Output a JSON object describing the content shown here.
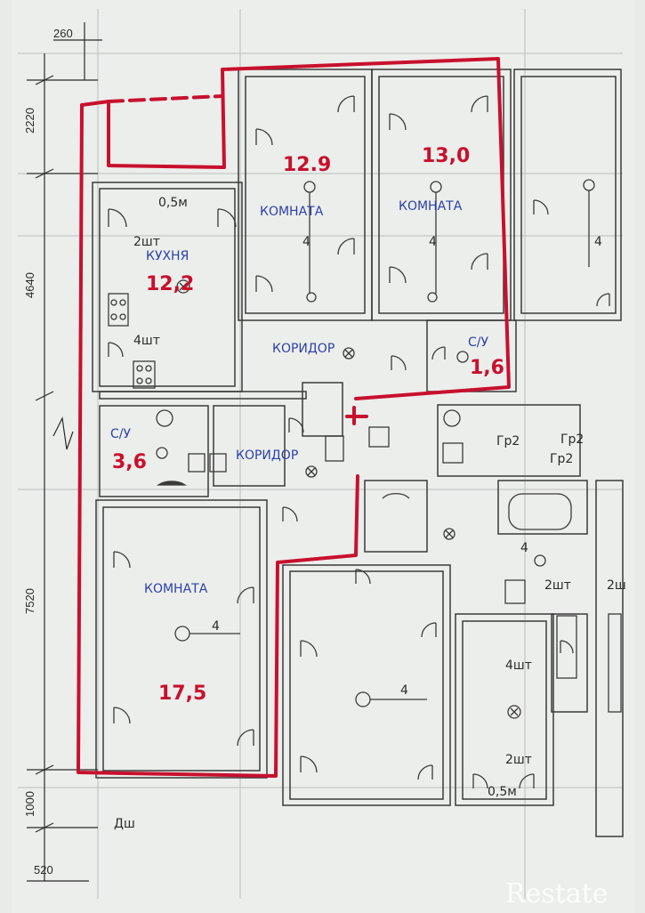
{
  "dimensions": {
    "d260": "260",
    "d2220": "2220",
    "d4640": "4640",
    "d7520": "7520",
    "d1000": "1000",
    "d520": "520"
  },
  "rooms": {
    "room1": {
      "label": "КОМНАТА",
      "area": "12.9"
    },
    "room2": {
      "label": "КОМНАТА",
      "area": "13,0"
    },
    "kitchen": {
      "label": "КУХНЯ",
      "area": "12,2"
    },
    "corridor1": {
      "label": "КОРИДОР"
    },
    "bath_small": {
      "label": "С/У",
      "area": "1,6"
    },
    "bath_big": {
      "label": "С/У",
      "area": "3,6"
    },
    "corridor2": {
      "label": "КОРИДОР"
    },
    "room3": {
      "label": "КОМНАТА",
      "area": "17,5"
    }
  },
  "printed": {
    "k_05m": "0,5м",
    "k_2sht": "2шт",
    "k_4sht": "4шт",
    "r4a": "4",
    "r4b": "4",
    "r4c": "4",
    "r4d": "4",
    "r4e": "4",
    "r4f": "4",
    "gr2a": "Гр2",
    "gr2b": "Гр2",
    "gr2c": "Гр2",
    "b_2sht": "2шт",
    "b_2sht2": "2ш",
    "n_4sht": "4шт",
    "n_2sht": "2шт",
    "n_05m": "0,5м",
    "dsh": "Дш"
  },
  "watermark": "Restate",
  "colors": {
    "outline": "#c8102e",
    "hand_blue": "#2b3fa8",
    "paper": "#e9ebe8",
    "line": "#2a2a2a"
  }
}
